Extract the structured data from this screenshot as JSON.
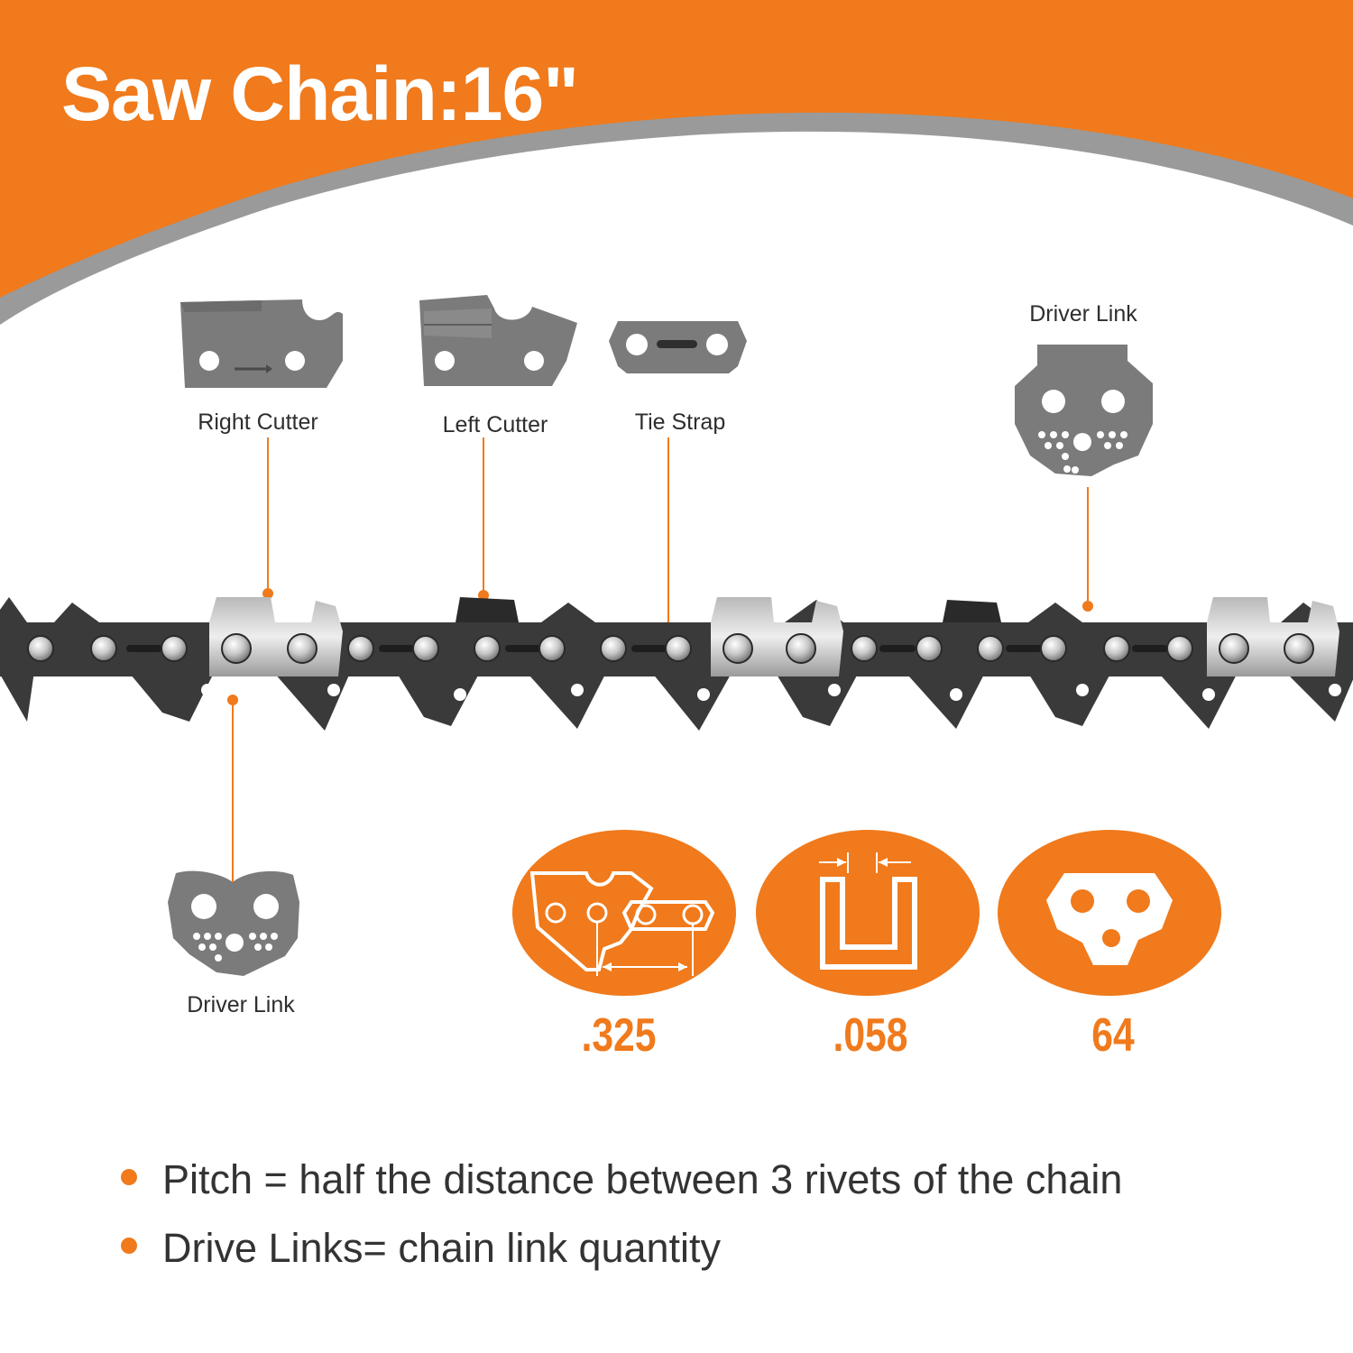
{
  "title": "Saw Chain:16\"",
  "colors": {
    "accent": "#f07a1c",
    "stripe": "#9a9a9a",
    "metal": "#7b7b7b",
    "chain": "#3a3a3a"
  },
  "parts": [
    {
      "label": "Right Cutter",
      "icon": "right-cutter-icon"
    },
    {
      "label": "Left Cutter",
      "icon": "left-cutter-icon"
    },
    {
      "label": "Tie Strap",
      "icon": "tie-strap-icon"
    },
    {
      "label": "Driver Link",
      "icon": "driver-link-icon"
    },
    {
      "label": "Driver Link",
      "icon": "driver-link-icon"
    }
  ],
  "specs": [
    {
      "value": ".325",
      "icon": "pitch-icon"
    },
    {
      "value": ".058",
      "icon": "gauge-icon"
    },
    {
      "value": "64",
      "icon": "drive-link-count-icon"
    }
  ],
  "bullets": [
    "Pitch = half the distance between 3 rivets of the chain",
    "Drive Links= chain link quantity"
  ]
}
